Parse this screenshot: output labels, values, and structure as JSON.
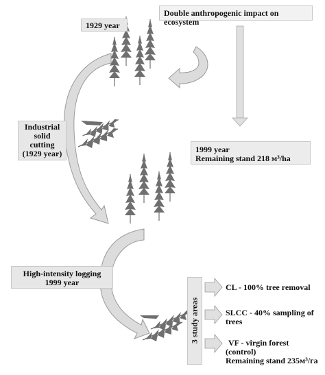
{
  "top": {
    "year_label": "1929 year",
    "impact_label": "Double anthropogenic impact on ecosystem"
  },
  "remaining_1999": {
    "line1": "1999  year",
    "line2": "Remaining stand 218 м³/ha"
  },
  "industrial": {
    "line1": "Industrial",
    "line2": "solid",
    "line3": "cutting",
    "line4": "(1929 year)"
  },
  "logging": {
    "line1": "High-intensity logging",
    "line2": "1999 year"
  },
  "study": {
    "vertical_label": "3 study areas",
    "items": [
      {
        "text1": "CL - 100% tree removal",
        "text2": "",
        "text3": ""
      },
      {
        "text1": "SLCC - 40% sampling of",
        "text2": "trees",
        "text3": ""
      },
      {
        "text1": "VF - virgin forest",
        "text2": "(control)",
        "text3": "Remaining stand 235м³/га"
      }
    ]
  },
  "colors": {
    "box_fill": "#e7e7e7",
    "arrow_fill": "#dcdcdc",
    "arrow_stroke": "#9a9a9a",
    "tree": "#6f6f6f"
  }
}
